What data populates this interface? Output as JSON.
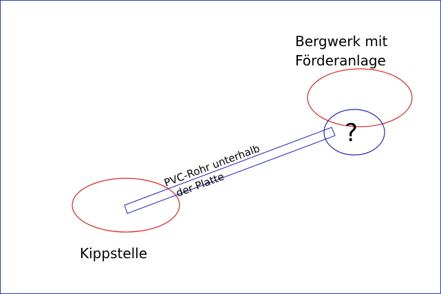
{
  "labels": {
    "mine_line1": "Bergwerk mit",
    "mine_line2": "Förderanlage",
    "dump": "Kippstelle",
    "pipe_line1": "PVC-Rohr unterhalb",
    "pipe_line2": "der Platte",
    "unknown": "?"
  },
  "colors": {
    "frame": "#1f3fbf",
    "zone": "#e02020",
    "unknown_zone": "#2020c0",
    "pipe": "#2020c0"
  }
}
